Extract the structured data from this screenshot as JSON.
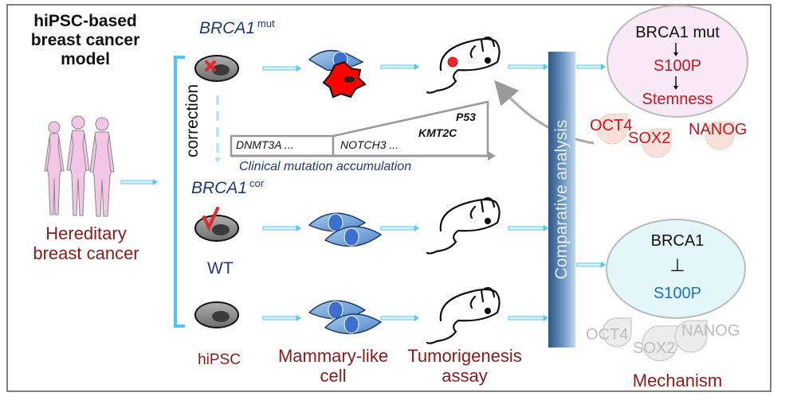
{
  "title": "hiPSC-based breast cancer model",
  "title_lines": [
    "hiPSC-based",
    "breast cancer",
    "model"
  ],
  "source": {
    "label_lines": [
      "Hereditary",
      "breast cancer"
    ],
    "icon": "women-silhouettes-icon"
  },
  "correction_label": "correction",
  "rows": [
    {
      "genotype": "BRCA1",
      "superscript": "mut",
      "marker": "red-x",
      "cell_state": "tumor",
      "tumor": true
    },
    {
      "genotype": "BRCA1",
      "superscript": "cor",
      "marker": "red-check",
      "cell_state": "normal",
      "tumor": false
    },
    {
      "genotype": "WT",
      "superscript": "",
      "marker": "none",
      "cell_state": "normal",
      "tumor": false
    }
  ],
  "mutation_accumulation": {
    "box1": "DNMT3A ...",
    "box2": "NOTCH3 ...",
    "top_genes": [
      "P53",
      "KMT2C"
    ],
    "caption": "Clinical mutation accumulation"
  },
  "stage_labels": {
    "hipsc": "hiPSC",
    "mammary": [
      "Mammary-like",
      "cell"
    ],
    "tumorigenesis": [
      "Tumorigenesis",
      "assay"
    ],
    "mechanism": "Mechanism"
  },
  "comparative_analysis": "Comparative analysis",
  "mechanism_mut": {
    "line1": "BRCA1 mut",
    "line2": "S100P",
    "line3": "Stemness",
    "factors": [
      "OCT4",
      "SOX2",
      "NANOG"
    ]
  },
  "mechanism_wt": {
    "line1": "BRCA1",
    "inhibit_symbol": "⊥",
    "line2": "S100P",
    "factors": [
      "OCT4",
      "SOX2",
      "NANOG"
    ]
  },
  "colors": {
    "arrow": "#5bc8f0",
    "dark_red": "#8b1a1a",
    "navy": "#1f3a7a",
    "mut_ellipse": "#f9e8f5",
    "wt_ellipse": "#e3f6fa",
    "tumor_red": "#ff0000",
    "s100p_blue": "#1a73c0"
  }
}
